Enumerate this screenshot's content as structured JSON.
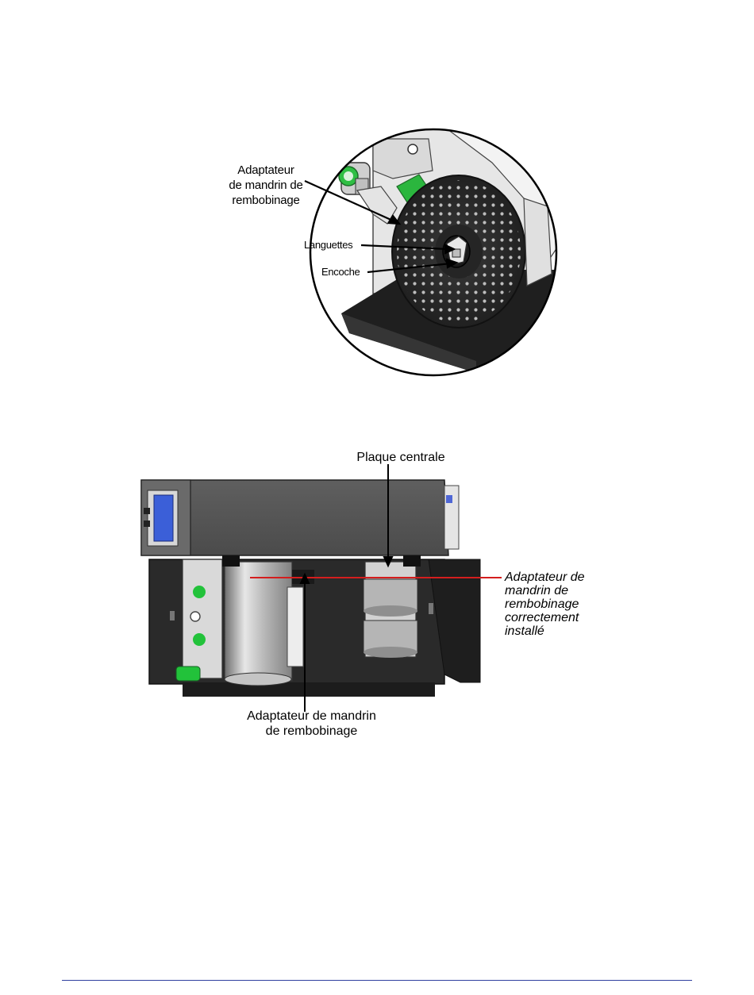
{
  "figure_top": {
    "labels": {
      "adaptor": "Adaptateur\nde mandrin de\nrembobinage",
      "tabs": "Languettes",
      "notch": "Encoche"
    }
  },
  "figure_bottom": {
    "labels": {
      "center_plate": "Plaque centrale",
      "installed": "Adaptateur de\nmandrin de\nrembobinage\ncorrectement\ninstallé",
      "adaptor": "Adaptateur de mandrin\nde rembobinage"
    }
  },
  "colors": {
    "accent_green": "#22c23a",
    "display_blue": "#3b5fd8",
    "callout_red": "#d41e1e",
    "footer_rule": "#2f3f9f"
  }
}
